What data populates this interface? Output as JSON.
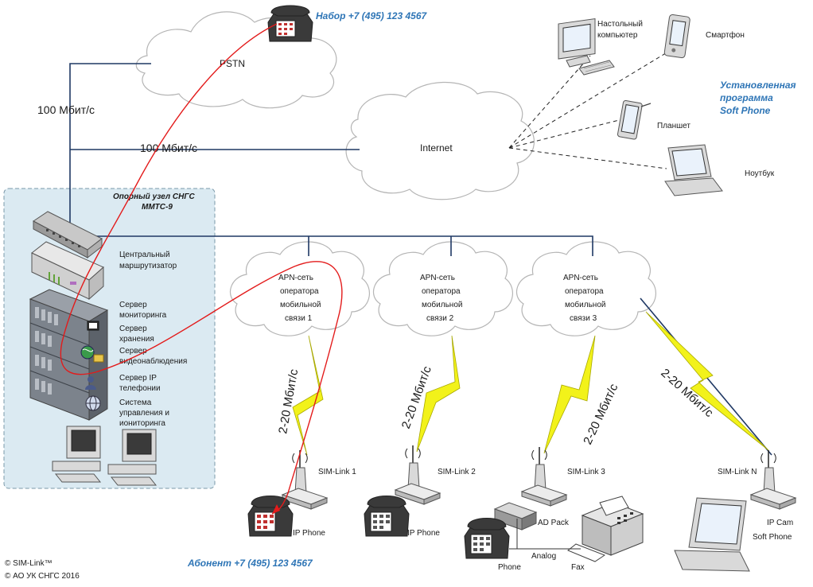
{
  "pstn": {
    "label": "PSTN",
    "dial_label": "Набор +7 (495) 123 4567"
  },
  "internet": {
    "label": "Internet"
  },
  "links": {
    "speed_100_a": "100 Мбит/с",
    "speed_100_b": "100 Мбит/с",
    "speed_mobile": "2-20 Мбит/с"
  },
  "softphone": {
    "title": [
      "Установленная",
      "программа",
      "Soft Phone"
    ],
    "desktop": [
      "Настольный",
      "компьютер"
    ],
    "smartphone": "Смартфон",
    "tablet": "Планшет",
    "notebook": "Ноутбук"
  },
  "node": {
    "title": [
      "Опорный узел СНГС",
      "ММТС-9"
    ],
    "router": [
      "Центральный",
      "маршрутизатор"
    ],
    "servers": [
      [
        "Сервер",
        "мониторинга"
      ],
      [
        "Сервер",
        "хранения"
      ],
      [
        "Сервер",
        "видеонаблюдения"
      ],
      [
        "Сервер IP",
        "телефонии"
      ],
      [
        "Система",
        "управления и",
        "иониторинга"
      ]
    ]
  },
  "apn": [
    [
      "APN-сеть",
      "оператора",
      "мобильной",
      "связи 1"
    ],
    [
      "APN-сеть",
      "оператора",
      "мобильной",
      "связи 2"
    ],
    [
      "APN-сеть",
      "оператора",
      "мобильной",
      "связи 3"
    ]
  ],
  "sites": {
    "sim1": "SIM-Link 1",
    "sim2": "SIM-Link 2",
    "sim3": "SIM-Link 3",
    "simN": "SIM-Link N",
    "ip_phone": "IP Phone",
    "ad_pack": "AD Pack",
    "analog": "Analog",
    "phone": "Phone",
    "fax": "Fax",
    "ip_cam": "IP Cam",
    "soft_phone": "Soft Phone"
  },
  "subscriber_label": "Абонент +7 (495) 123 4567",
  "copyright": [
    "© SIM-Link™",
    "© АО УК СНГС 2016"
  ],
  "colors": {
    "link": "#1f3864",
    "call_path": "#e31b1b",
    "bolt": "#f2f21a",
    "node_bg": "#dbeaf2",
    "note": "#2e75b6"
  }
}
